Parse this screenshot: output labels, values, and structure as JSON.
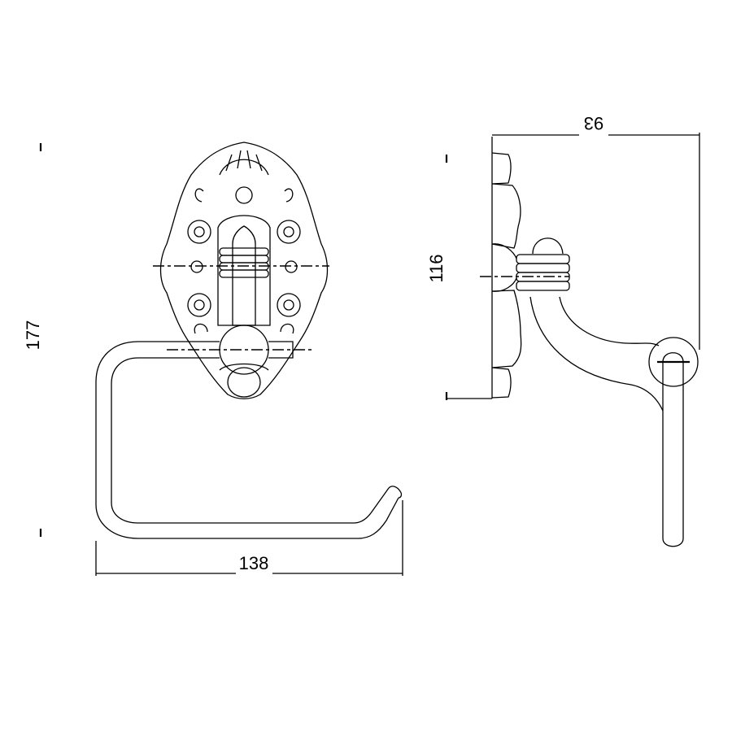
{
  "drawing": {
    "front_view": {
      "height_label": "177",
      "width_label": "138"
    },
    "side_view": {
      "depth_label": "93",
      "plate_height_label": "116"
    }
  }
}
